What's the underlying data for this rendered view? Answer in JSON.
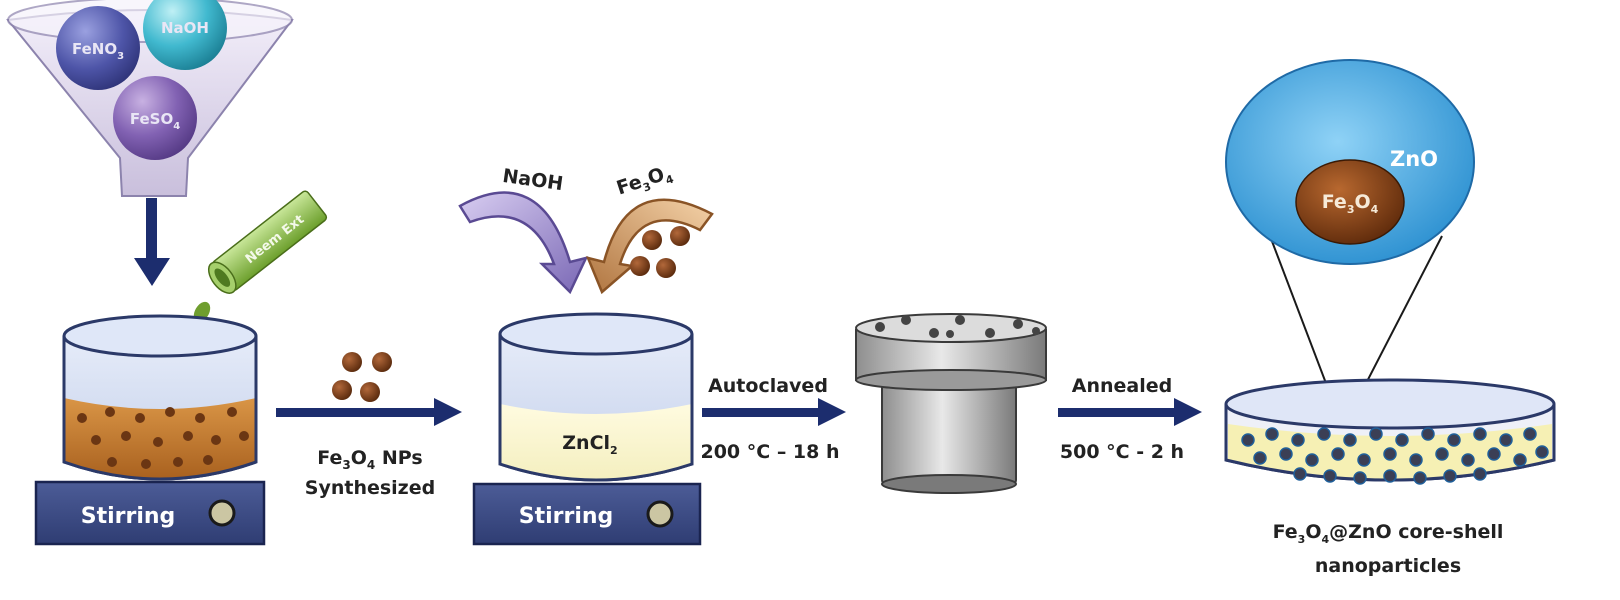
{
  "colors": {
    "arrow": "#1c2d6e",
    "plate": "#3b4b87",
    "solution_brown": "#c2782e",
    "particle": "#6b3613",
    "zno_shell": "#3fa9e8",
    "zno_core": "#7b3a12",
    "zncl2_solution": "#fbf6c8"
  },
  "funnel": {
    "reagents": [
      {
        "label": "FeNO",
        "sub": "3"
      },
      {
        "label": "NaOH",
        "sub": ""
      },
      {
        "label": "FeSO",
        "sub": "4"
      }
    ]
  },
  "neem_tube": {
    "label": "Neem Ext"
  },
  "stir_plates": [
    {
      "label": "Stirring"
    },
    {
      "label": "Stirring"
    }
  ],
  "step1": {
    "line1_prefix": "Fe",
    "line1_sub1": "3",
    "line1_mid": "O",
    "line1_sub2": "4",
    "line1_suffix": " NPs",
    "line2": "Synthesized"
  },
  "reactants": {
    "naoh": "NaOH",
    "fe3o4_prefix": "Fe",
    "fe3o4_sub1": "3",
    "fe3o4_mid": "O",
    "fe3o4_sub2": "4"
  },
  "zncl2": {
    "text": "ZnCl",
    "sub": "2"
  },
  "step2": {
    "top": "Autoclaved",
    "bottom": "200 °C – 18 h"
  },
  "step3": {
    "top": "Annealed",
    "bottom": "500 °C - 2 h"
  },
  "core_shell": {
    "shell_label": "ZnO",
    "core_prefix": "Fe",
    "core_sub1": "3",
    "core_mid": "O",
    "core_sub2": "4"
  },
  "product": {
    "line1_prefix": "Fe",
    "line1_sub1": "3",
    "line1_mid": "O",
    "line1_sub2": "4",
    "line1_suffix": "@ZnO core-shell",
    "line2": "nanoparticles"
  }
}
